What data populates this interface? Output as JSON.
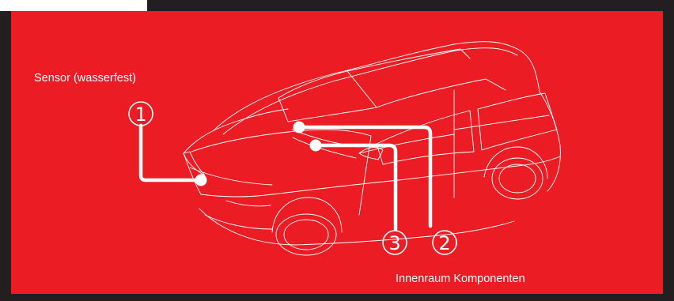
{
  "labels": {
    "sensor": "Sensor (wasserfest)",
    "interior": "Innenraum Komponenten"
  },
  "markers": [
    {
      "number": "1"
    },
    {
      "number": "2"
    },
    {
      "number": "3"
    }
  ],
  "colors": {
    "background": "#ec1c24",
    "frame": "#231f20",
    "lines": "#ffffff"
  }
}
